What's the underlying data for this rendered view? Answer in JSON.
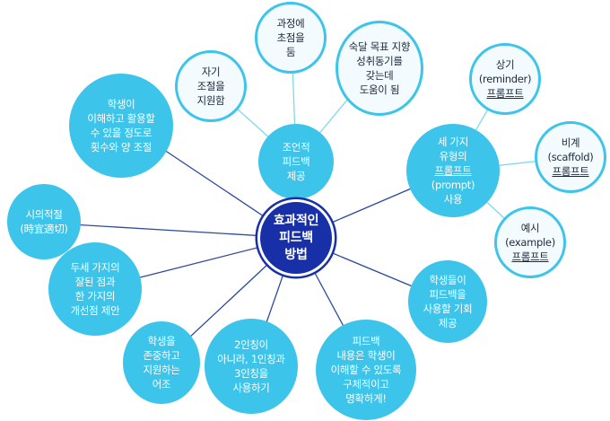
{
  "center": {
    "lines": [
      "효과적인",
      "피드백",
      "방법"
    ]
  },
  "advice": {
    "lines": [
      "조언적",
      "피드백",
      "제공"
    ]
  },
  "self_reg": {
    "lines": [
      "자기",
      "조절을",
      "지원함"
    ]
  },
  "process": {
    "lines": [
      "과정에",
      "초점을",
      "둠"
    ]
  },
  "mastery": {
    "lines": [
      "숙달 목표 지향",
      "성취동기를",
      "갖는데",
      "도움이 됨"
    ]
  },
  "amount": {
    "lines": [
      "학생이",
      "이해하고 활용할",
      "수 있을 정도로",
      "횟수와 양 조절"
    ]
  },
  "prompts": {
    "lines": [
      "세 가지",
      "유형의",
      "프롬프트",
      "(prompt)",
      "사용"
    ]
  },
  "reminder": {
    "lines": [
      "상기",
      "(reminder)",
      "프롬프트"
    ]
  },
  "scaffold": {
    "lines": [
      "비계",
      "(scaffold)",
      "프롬프트"
    ]
  },
  "example": {
    "lines": [
      "예시",
      "(example)",
      "프롬프트"
    ]
  },
  "timely": {
    "lines": [
      "시의적절",
      "(時宜適切)"
    ]
  },
  "points": {
    "lines": [
      "두세 가지의",
      "잘된 점과",
      "한 가지의",
      "개선점 제안"
    ]
  },
  "opportunity": {
    "lines": [
      "학생들이",
      "피드백을",
      "사용할 기회",
      "제공"
    ]
  },
  "respect": {
    "lines": [
      "학생을",
      "존중하고",
      "지원하는",
      "어조"
    ]
  },
  "person": {
    "lines": [
      "2인칭이",
      "아니라, 1인칭과",
      "3인칭을",
      "사용하기"
    ]
  },
  "specific": {
    "lines": [
      "피드백",
      "내용은 학생이",
      "이해할 수 있도록",
      "구체적이고",
      "명확하게!"
    ]
  },
  "colors": {
    "primary": "#1730a8",
    "node": "#3cc4ea",
    "link_dark": "#2e4a9e",
    "link_light": "#7fd8e8"
  }
}
